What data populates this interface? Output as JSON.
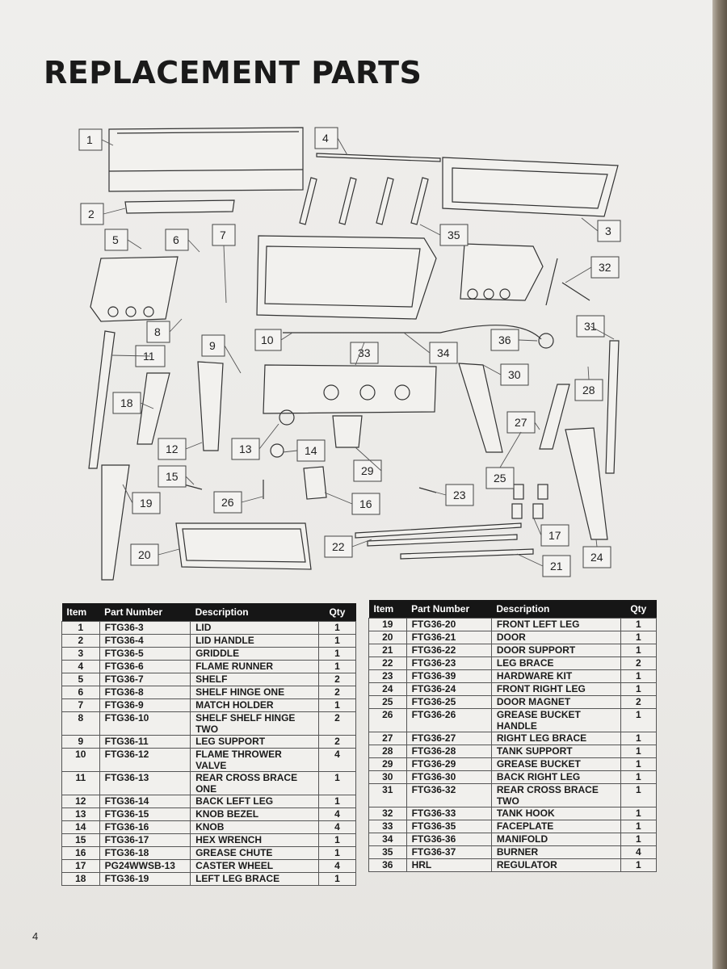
{
  "title": "REPLACEMENT PARTS",
  "page_number": "4",
  "callouts": [
    "1",
    "2",
    "3",
    "4",
    "5",
    "6",
    "7",
    "8",
    "9",
    "10",
    "11",
    "12",
    "13",
    "14",
    "15",
    "16",
    "17",
    "18",
    "19",
    "20",
    "21",
    "22",
    "23",
    "24",
    "25",
    "26",
    "27",
    "28",
    "29",
    "30",
    "31",
    "32",
    "33",
    "34",
    "35",
    "36"
  ],
  "table_headers": {
    "item": "Item",
    "part_number": "Part Number",
    "description": "Description",
    "qty": "Qty"
  },
  "parts_left": [
    {
      "item": "1",
      "part": "FTG36-3",
      "desc": "LID",
      "qty": "1"
    },
    {
      "item": "2",
      "part": "FTG36-4",
      "desc": "LID HANDLE",
      "qty": "1"
    },
    {
      "item": "3",
      "part": "FTG36-5",
      "desc": "GRIDDLE",
      "qty": "1"
    },
    {
      "item": "4",
      "part": "FTG36-6",
      "desc": "FLAME RUNNER",
      "qty": "1"
    },
    {
      "item": "5",
      "part": "FTG36-7",
      "desc": "SHELF",
      "qty": "2"
    },
    {
      "item": "6",
      "part": "FTG36-8",
      "desc": "SHELF HINGE ONE",
      "qty": "2"
    },
    {
      "item": "7",
      "part": "FTG36-9",
      "desc": "MATCH HOLDER",
      "qty": "1"
    },
    {
      "item": "8",
      "part": "FTG36-10",
      "desc": "SHELF SHELF HINGE TWO",
      "qty": "2"
    },
    {
      "item": "9",
      "part": "FTG36-11",
      "desc": "LEG SUPPORT",
      "qty": "2"
    },
    {
      "item": "10",
      "part": "FTG36-12",
      "desc": "FLAME THROWER VALVE",
      "qty": "4"
    },
    {
      "item": "11",
      "part": "FTG36-13",
      "desc": "REAR CROSS BRACE ONE",
      "qty": "1"
    },
    {
      "item": "12",
      "part": "FTG36-14",
      "desc": "BACK LEFT LEG",
      "qty": "1"
    },
    {
      "item": "13",
      "part": "FTG36-15",
      "desc": "KNOB BEZEL",
      "qty": "4"
    },
    {
      "item": "14",
      "part": "FTG36-16",
      "desc": "KNOB",
      "qty": "4"
    },
    {
      "item": "15",
      "part": "FTG36-17",
      "desc": "HEX WRENCH",
      "qty": "1"
    },
    {
      "item": "16",
      "part": "FTG36-18",
      "desc": "GREASE CHUTE",
      "qty": "1"
    },
    {
      "item": "17",
      "part": "PG24WWSB-13",
      "desc": "CASTER WHEEL",
      "qty": "4"
    },
    {
      "item": "18",
      "part": "FTG36-19",
      "desc": "LEFT LEG BRACE",
      "qty": "1"
    }
  ],
  "parts_right": [
    {
      "item": "19",
      "part": "FTG36-20",
      "desc": "FRONT LEFT LEG",
      "qty": "1"
    },
    {
      "item": "20",
      "part": "FTG36-21",
      "desc": "DOOR",
      "qty": "1"
    },
    {
      "item": "21",
      "part": "FTG36-22",
      "desc": "DOOR SUPPORT",
      "qty": "1"
    },
    {
      "item": "22",
      "part": "FTG36-23",
      "desc": "LEG BRACE",
      "qty": "2"
    },
    {
      "item": "23",
      "part": "FTG36-39",
      "desc": "HARDWARE KIT",
      "qty": "1"
    },
    {
      "item": "24",
      "part": "FTG36-24",
      "desc": "FRONT RIGHT LEG",
      "qty": "1"
    },
    {
      "item": "25",
      "part": "FTG36-25",
      "desc": "DOOR MAGNET",
      "qty": "2"
    },
    {
      "item": "26",
      "part": "FTG36-26",
      "desc": "GREASE BUCKET HANDLE",
      "qty": "1"
    },
    {
      "item": "27",
      "part": "FTG36-27",
      "desc": "RIGHT LEG BRACE",
      "qty": "1"
    },
    {
      "item": "28",
      "part": "FTG36-28",
      "desc": "TANK SUPPORT",
      "qty": "1"
    },
    {
      "item": "29",
      "part": "FTG36-29",
      "desc": "GREASE BUCKET",
      "qty": "1"
    },
    {
      "item": "30",
      "part": "FTG36-30",
      "desc": "BACK RIGHT LEG",
      "qty": "1"
    },
    {
      "item": "31",
      "part": "FTG36-32",
      "desc": "REAR CROSS BRACE TWO",
      "qty": "1"
    },
    {
      "item": "32",
      "part": "FTG36-33",
      "desc": "TANK HOOK",
      "qty": "1"
    },
    {
      "item": "33",
      "part": "FTG36-35",
      "desc": "FACEPLATE",
      "qty": "1"
    },
    {
      "item": "34",
      "part": "FTG36-36",
      "desc": "MANIFOLD",
      "qty": "1"
    },
    {
      "item": "35",
      "part": "FTG36-37",
      "desc": "BURNER",
      "qty": "4"
    },
    {
      "item": "36",
      "part": "HRL",
      "desc": "REGULATOR",
      "qty": "1"
    }
  ]
}
